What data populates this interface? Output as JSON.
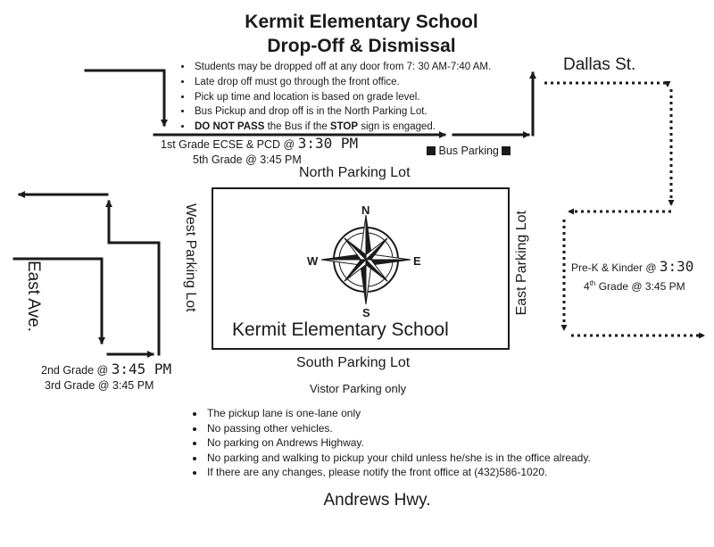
{
  "header": {
    "title": "Kermit Elementary School",
    "subtitle": "Drop-Off & Dismissal"
  },
  "top_rules": [
    {
      "text": "Students may be dropped off at any door from 7: 30 AM-7:40 AM."
    },
    {
      "text": "Late drop off must go through the front office."
    },
    {
      "text": "Pick up time and location is based on grade level."
    },
    {
      "text": "Bus Pickup and drop off is in the North Parking Lot."
    },
    {
      "bold1": "DO NOT PASS",
      "mid": " the Bus if the ",
      "bold2": "STOP",
      "end": " sign is engaged."
    }
  ],
  "streets": {
    "north": "Dallas St.",
    "west": "East Ave.",
    "south": "Andrews Hwy."
  },
  "lots": {
    "north": "North Parking Lot",
    "south": "South Parking Lot",
    "west": "West Parking Lot",
    "east": "East Parking Lot",
    "visitor": "Vistor Parking only",
    "bus": "Bus Parking"
  },
  "building": {
    "label": "Kermit Elementary School",
    "compass": {
      "n": "N",
      "s": "S",
      "e": "E",
      "w": "W"
    }
  },
  "pickup_groups": {
    "north": {
      "line1_prefix": "1st Grade ECSE & PCD @ ",
      "line1_time": "3:30 PM",
      "line2": "5th Grade @ 3:45 PM"
    },
    "west": {
      "line1_prefix": "2nd  Grade @ ",
      "line1_time": "3:45 PM",
      "line2": "3rd Grade @ 3:45 PM"
    },
    "east": {
      "line1_prefix": "Pre-K & Kinder @ ",
      "line1_time": "3:30",
      "line2_prefix": "4",
      "line2_sup": "th",
      "line2_rest": " Grade @ 3:45 PM"
    }
  },
  "bottom_rules": [
    "The pickup lane is one-lane only",
    "No passing other vehicles.",
    "No parking on Andrews Highway.",
    "No parking and walking to pickup your child unless he/she is in the office already.",
    "If there are any changes, please notify the front office at (432)586-1020."
  ],
  "colors": {
    "ink": "#1a1a1a",
    "background": "#ffffff"
  }
}
